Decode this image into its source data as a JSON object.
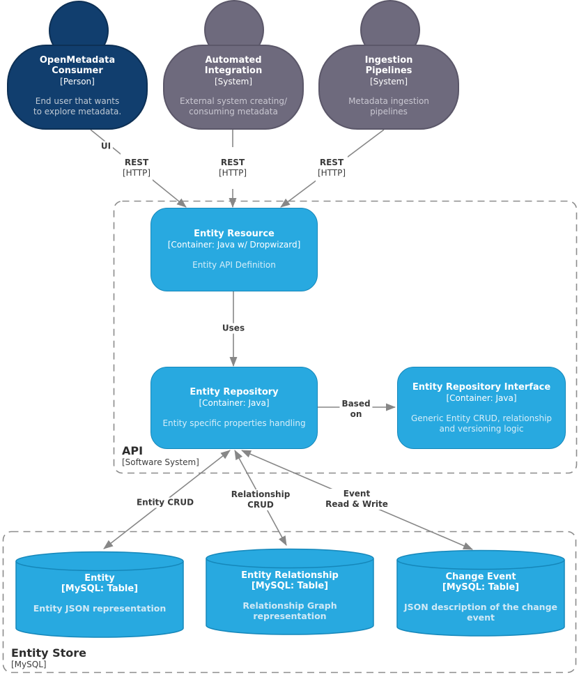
{
  "actors": {
    "consumer": {
      "name": "OpenMetadata\nConsumer",
      "meta": "[Person]",
      "desc": "End user that wants\nto explore metadata."
    },
    "integration": {
      "name": "Automated\nIntegration",
      "meta": "[System]",
      "desc": "External system creating/\nconsuming metadata"
    },
    "pipelines": {
      "name": "Ingestion\nPipelines",
      "meta": "[System]",
      "desc": "Metadata ingestion\npipelines"
    }
  },
  "api": {
    "label": "API",
    "meta": "[Software System]",
    "resource": {
      "name": "Entity Resource",
      "meta": "[Container: Java w/ Dropwizard]",
      "desc": "Entity API Definition"
    },
    "repository": {
      "name": "Entity Repository",
      "meta": "[Container: Java]",
      "desc": "Entity specific properties handling"
    },
    "interface": {
      "name": "Entity Repository Interface",
      "meta": "[Container: Java]",
      "desc": "Generic Entity CRUD, relationship\nand versioning logic"
    }
  },
  "store": {
    "label": "Entity Store",
    "meta": "[MySQL]",
    "entity": {
      "name": "Entity",
      "meta": "[MySQL: Table]",
      "desc": "Entity JSON representation"
    },
    "relationship": {
      "name": "Entity Relationship",
      "meta": "[MySQL: Table]",
      "desc": "Relationship Graph\nrepresentation"
    },
    "change_event": {
      "name": "Change Event",
      "meta": "[MySQL: Table]",
      "desc": "JSON description of the change\nevent"
    }
  },
  "edges": {
    "ui": {
      "label": "UI"
    },
    "rest1": {
      "label": "REST",
      "tech": "[HTTP]"
    },
    "rest2": {
      "label": "REST",
      "tech": "[HTTP]"
    },
    "rest3": {
      "label": "REST",
      "tech": "[HTTP]"
    },
    "uses": {
      "label": "Uses"
    },
    "based_on": {
      "label": "Based\non"
    },
    "entity_crud": {
      "label": "Entity CRUD"
    },
    "relationship_crud": {
      "label": "Relationship\nCRUD"
    },
    "event_rw": {
      "label": "Event\nRead & Write"
    }
  },
  "colors": {
    "person": "#113e6e",
    "external_system": "#6e6a7d",
    "container": "#28a9e0",
    "arrow": "#878787"
  }
}
